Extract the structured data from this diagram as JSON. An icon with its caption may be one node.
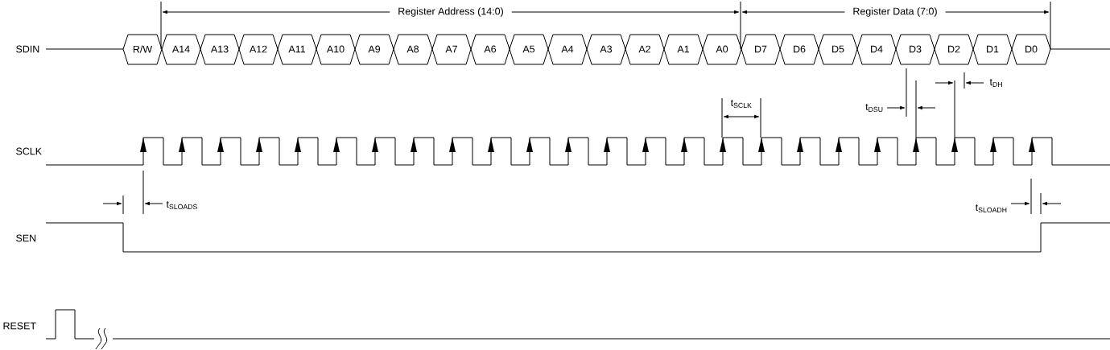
{
  "diagram": {
    "nodes": [
      {
        "text": [
          "R/W"
        ]
      },
      {
        "text": [
          "A14"
        ]
      },
      {
        "text": [
          "A13"
        ]
      },
      {
        "text": [
          "A12"
        ]
      },
      {
        "text": [
          "A11"
        ]
      },
      {
        "text": [
          "A10"
        ]
      },
      {
        "text": [
          "A9"
        ]
      },
      {
        "text": [
          "A8"
        ]
      },
      {
        "text": [
          "A7"
        ]
      },
      {
        "text": [
          "A6"
        ]
      },
      {
        "text": [
          "A5"
        ]
      },
      {
        "text": [
          "A4"
        ]
      },
      {
        "text": [
          "A3"
        ]
      },
      {
        "text": [
          "A2"
        ]
      },
      {
        "text": [
          "A1"
        ]
      },
      {
        "text": [
          "A0"
        ]
      },
      {
        "text": [
          "D7"
        ]
      },
      {
        "text": [
          "D6"
        ]
      },
      {
        "text": [
          "D5"
        ]
      },
      {
        "text": [
          "D4"
        ]
      },
      {
        "text": [
          "D3"
        ]
      },
      {
        "text": [
          "D2"
        ]
      },
      {
        "text": [
          "D1"
        ]
      },
      {
        "text": [
          "D0"
        ]
      }
    ],
    "labels": [
      "Register Address (14:0)",
      "Register Data (7:0)",
      "SDIN",
      "t$_{DH}$",
      "t$_{SCLK}$",
      "t$_{DSU}$",
      "SCLK",
      "t$_{SLOADS}$",
      "t$_{SLOADH}$",
      "SEN",
      "RESET"
    ]
  }
}
